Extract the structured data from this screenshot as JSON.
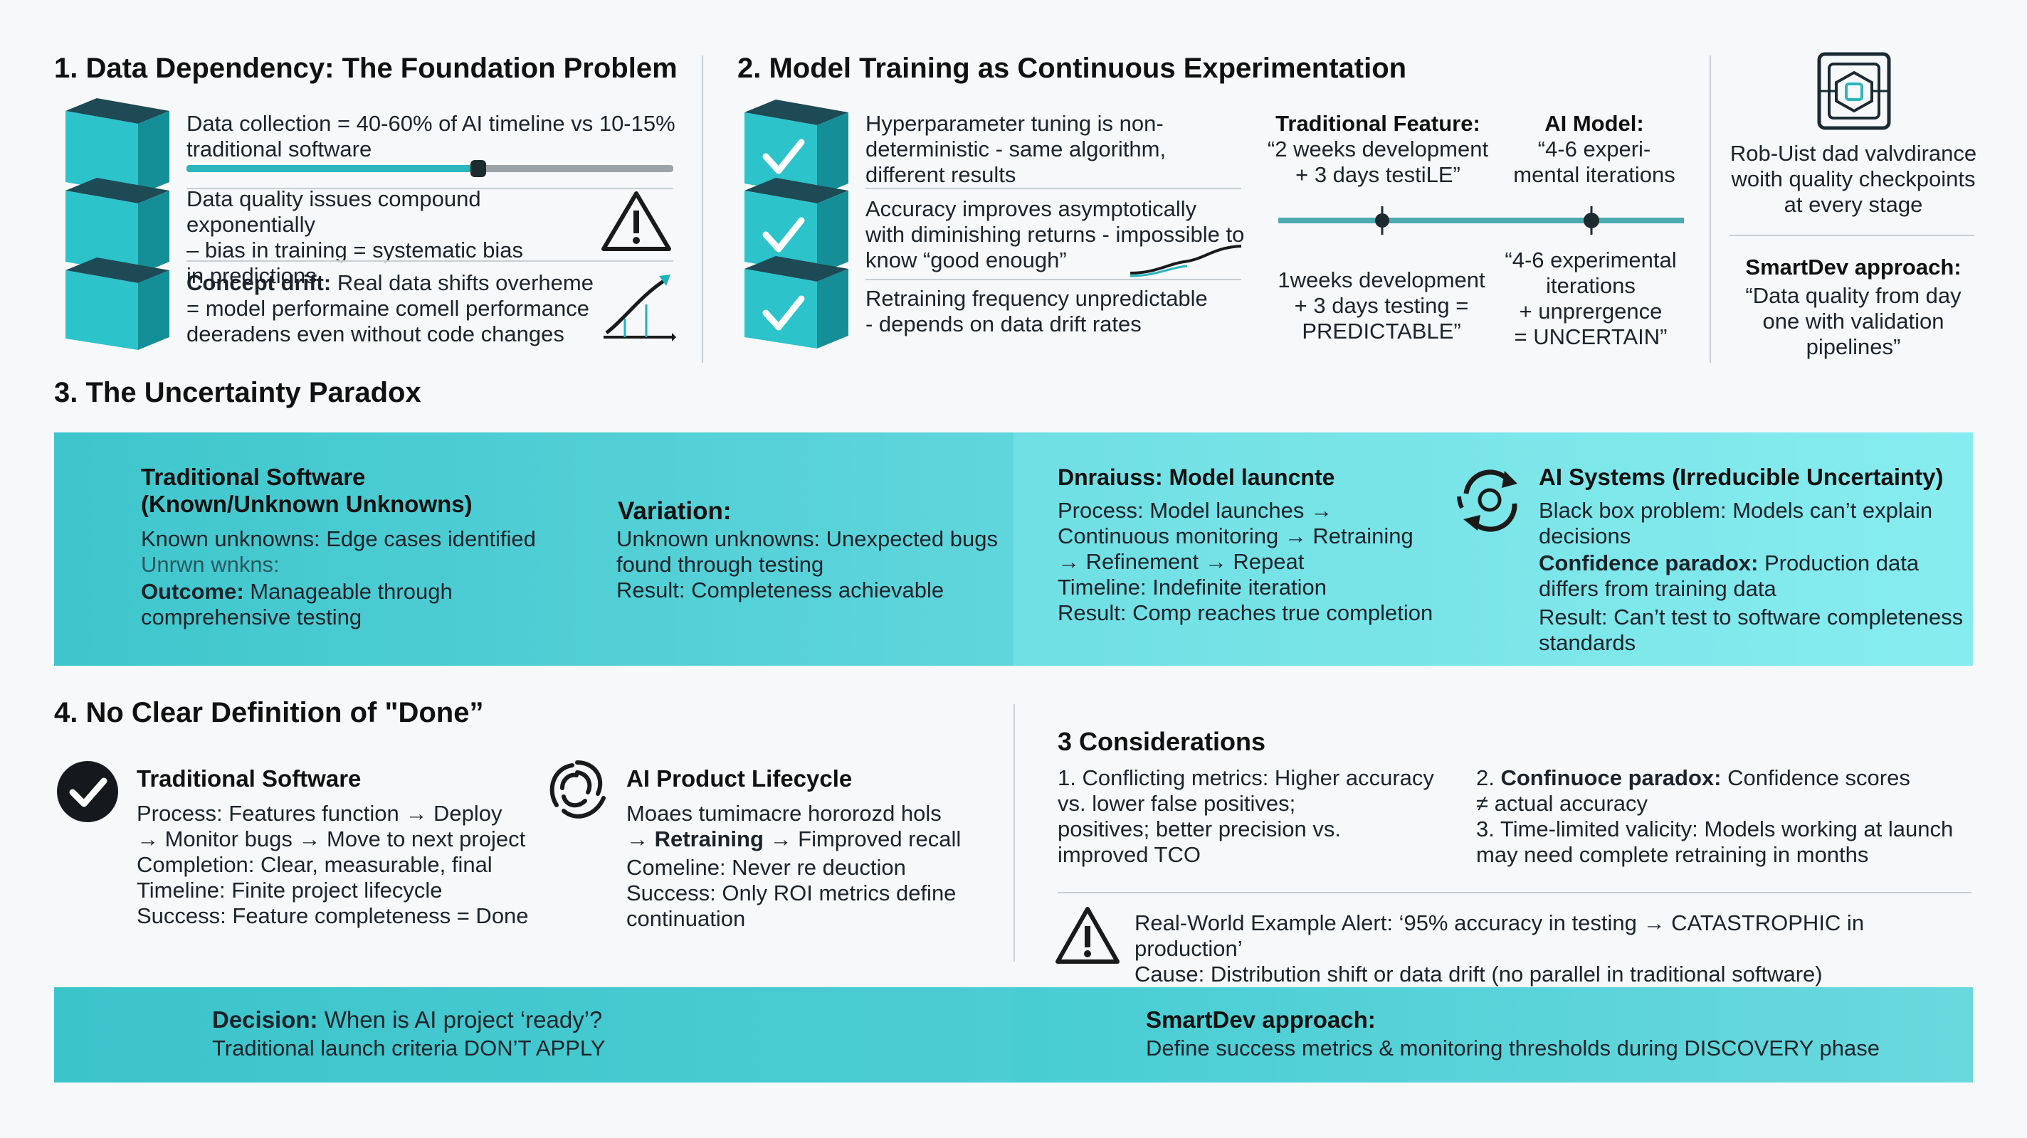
{
  "colors": {
    "teal": "#2bb5bd",
    "teal_dark": "#14868d",
    "band": "#4fcfd5",
    "band_light": "#82e8ec",
    "text": "#1d232a"
  },
  "s1": {
    "title": "1. Data Dependency: The Foundation Problem",
    "item1": "Data collection = 40-60% of AI timeline vs 10-15%\ntraditional software",
    "item1_progress": 0.6,
    "item2": "Data quality issues compound exponentially\n– bias in training = systematic bias\nin predictions",
    "item3_bold": "Concept drift:",
    "item3_rest": " Real data shifts overheme",
    "item3_more": "= model performaine comell performance\ndeeradens even without code changes",
    "icons": [
      "cube-icon",
      "warning-icon",
      "drift-chart-icon"
    ]
  },
  "s2": {
    "title": "2. Model Training as Continuous Experimentation",
    "item1": "Hyperparameter tuning is non-\ndeterministic - same algorithm,\ndifferent results",
    "item2": "Accuracy improves asymptotically\nwith diminishing returns - impossible to\nknow “good enough”",
    "item3": "Retraining frequency unpredictable\n- depends on data drift rates",
    "trad_head": "Traditional Feature:",
    "trad_sub": "“2 weeks development\n+ 3 days testiLE”",
    "ai_head": "AI Model:",
    "ai_sub": "“4-6 experi-\nmental iterations",
    "trad_bottom": "1weeks development\n+ 3 days testing =\nPREDICTABLE”",
    "ai_bottom": "“4-6 experimental\niterations\n+ unprergence\n= UNCERTAIN”"
  },
  "side": {
    "text": "Rob-Uist dad valvdirance\nwoith quality checkpoints\nat every stage",
    "head": "SmartDev approach:",
    "quote": "“Data quality from day\none with validation\npipelines”"
  },
  "s3": {
    "title": "3. The Uncertainty Paradox",
    "col1_head": "Traditional Software\n(Known/Unknown Unknowns)",
    "col1_l1": "Known unknowns: Edge cases identified",
    "col1_l2": "Unrwn wnkns:",
    "col1_out_b": "Outcome:",
    "col1_out": " Manageable through\ncomprehensive testing",
    "col2_head": "Variation:",
    "col2_text": "Unknown unknowns: Unexpected bugs\nfound through testing\nResult: Completeness achievable",
    "col3_head": "Dnraiuss: Model launcnte",
    "col3_text": "Process: Model launches →\nContinuous monitoring → Retraining\n→ Refinement → Repeat\nTimeline: Indefinite iteration\nResult: Comp reaches true completion",
    "col4_head": "AI Systems (Irreducible Uncertainty)",
    "col4_l1": "Black box problem: Models can’t explain\ndecisions",
    "col4_b": "Confidence paradox:",
    "col4_l2": " Production data\ndiffers from training data",
    "col4_l3": "Result: Can’t test to software completeness\nstandards"
  },
  "s4": {
    "title": "4. No Clear Definition of \"Done”",
    "trad_head": "Traditional Software",
    "trad_text": "Process: Features function → Deploy\n→ Monitor bugs → Move to next project\nCompletion: Clear, measurable, final\nTimeline: Finite project lifecycle\nSuccess: Feature completeness = Done",
    "ai_head": "AI Product Lifecycle",
    "ai_l1": "Moaes tumimacre hororozd hols",
    "ai_l2_b": "→ Retraining",
    "ai_l2": " → Fimproved recall",
    "ai_l3": "Comeline: Never re deuction\nSuccess: Only ROI metrics define\ncontinuation"
  },
  "cons": {
    "title": "3 Considerations",
    "left": "1. Conflicting metrics: Higher accuracy\nvs. lower false positives;\npositives; better precision vs.\nimproved TCO",
    "right_num": "2. ",
    "right_b": "Confinuoce paradox:",
    "right_1": " Confidence scores\n≠ actual accuracy",
    "right_2": "3. Time-limited valicity: Models working at launch\nmay need complete retraining in months",
    "alert": "Real-World Example Alert: ‘95% accuracy in testing → CATASTROPHIC in production’\nCause: Distribution shift or data drift (no parallel in traditional software)"
  },
  "bottom": {
    "left_b": "Decision:",
    "left_1": " When is AI project ‘ready’?",
    "left_2": "Traditional launch criteria DON’T APPLY",
    "right_head": "SmartDev approach:",
    "right_text": "Define success metrics & monitoring thresholds during DISCOVERY phase"
  }
}
